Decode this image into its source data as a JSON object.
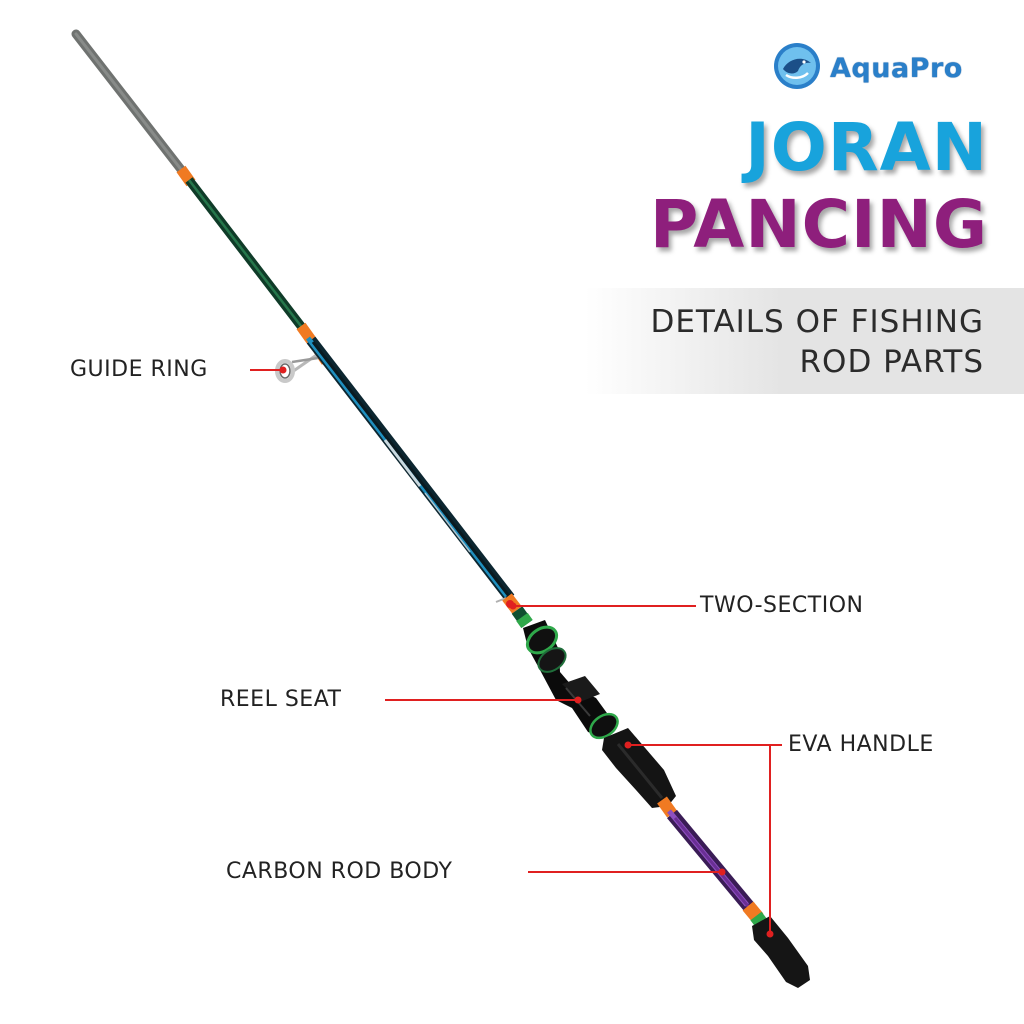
{
  "brand": {
    "name": "AquaPro",
    "logo_icon": "fish-circle-icon"
  },
  "headline": {
    "line1": "JORAN",
    "line2": "PANCING"
  },
  "subtitle": {
    "line1": "DETAILS OF FISHING",
    "line2": "ROD PARTS"
  },
  "callouts": {
    "guide_ring": "GUIDE RING",
    "two_section": "TWO-SECTION",
    "reel_seat": "REEL SEAT",
    "eva_handle": "EVA HANDLE",
    "carbon_rod_body": "CARBON ROD BODY"
  },
  "colors": {
    "accent_blue": "#18a3dc",
    "accent_purple": "#8e1f7c",
    "leader_red": "#e02020",
    "rod_orange": "#f07a22",
    "rod_green": "#2fa84a",
    "rod_blue": "#1f8fbf",
    "rod_purple": "#7a3fa0"
  }
}
